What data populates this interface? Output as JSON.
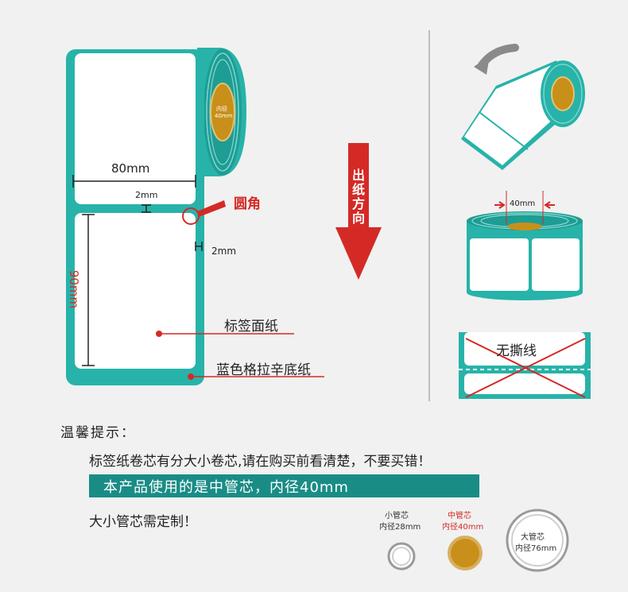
{
  "diagram": {
    "width_label": "80mm",
    "height_label": "90mm",
    "gap_label": "2mm",
    "side_gap_label": "2mm",
    "core_label_line1": "内径",
    "core_label_line2": "40mm",
    "rounded_corner_label": "圆角",
    "face_paper_label": "标签面纸",
    "backing_paper_label": "蓝色格拉辛底纸",
    "feed_direction_label": [
      "出",
      "纸",
      "方",
      "向"
    ],
    "roll_core_label": "40mm",
    "no_tear_line_label": "无撕线"
  },
  "tips": {
    "title": "温馨提示：",
    "line1": "标签纸卷芯有分大小卷芯,请在购买前看清楚，不要买错！",
    "banner": "本产品使用的是中管芯，内径40mm",
    "line3": "大小管芯需定制！"
  },
  "cores": [
    {
      "name": "小管芯",
      "size": "内径28mm"
    },
    {
      "name": "中管芯",
      "size": "内径40mm"
    },
    {
      "name": "大管芯",
      "size": "内径76mm"
    }
  ],
  "colors": {
    "teal": "#27b3a9",
    "red": "#d42a26",
    "core": "#c8901a",
    "banner": "#1a8c86"
  }
}
